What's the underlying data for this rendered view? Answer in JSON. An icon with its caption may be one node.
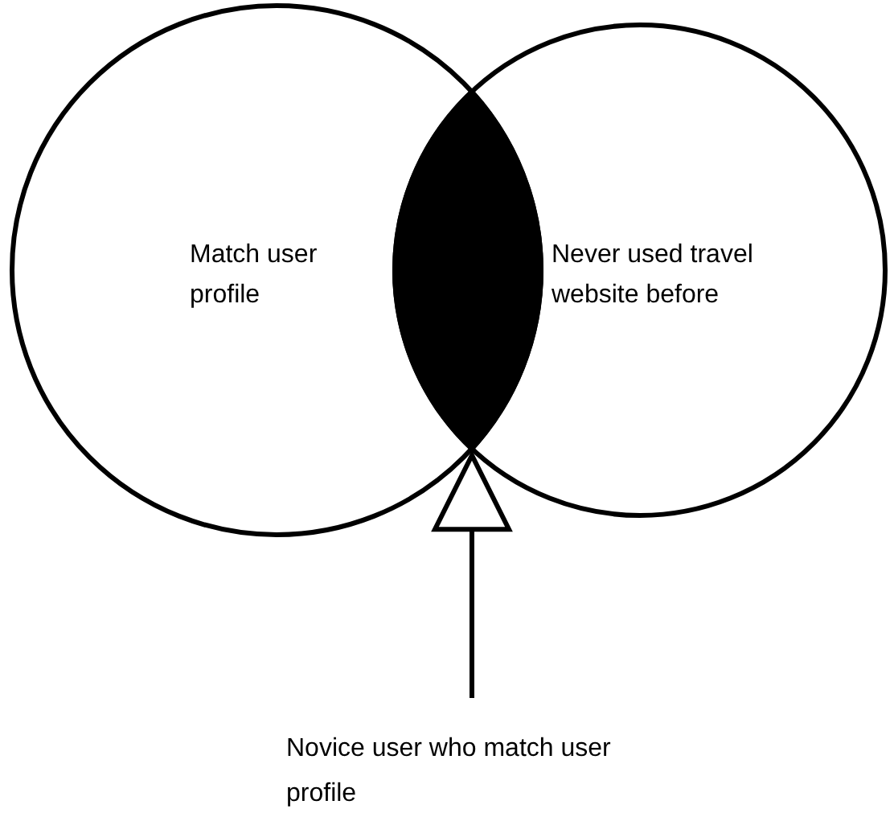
{
  "diagram": {
    "nodes": [
      {
        "text": [
          "Match user profile"
        ]
      },
      {
        "text": [
          "Never used travel website before"
        ]
      },
      {
        "text": [],
        "shape": "lens"
      },
      {
        "text": [
          "Novice user who match user profile"
        ]
      }
    ],
    "edges": [
      {
        "from": 3,
        "to": 2,
        "arrow": "to"
      }
    ]
  }
}
